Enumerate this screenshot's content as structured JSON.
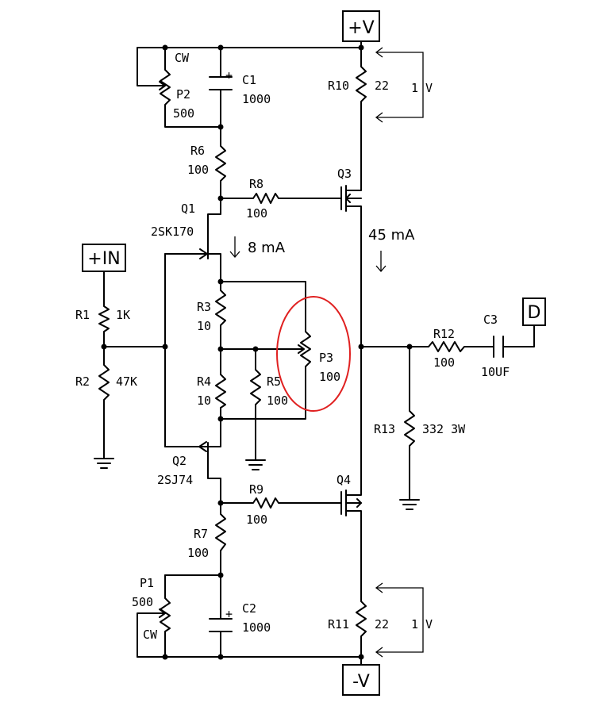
{
  "rails": {
    "pos": "+V",
    "neg": "-V",
    "input": "+IN",
    "output": "D"
  },
  "components": {
    "R1": {
      "name": "R1",
      "value": "1K"
    },
    "R2": {
      "name": "R2",
      "value": "47K"
    },
    "R3": {
      "name": "R3",
      "value": "10"
    },
    "R4": {
      "name": "R4",
      "value": "10"
    },
    "R5": {
      "name": "R5",
      "value": "100"
    },
    "R6": {
      "name": "R6",
      "value": "100"
    },
    "R7": {
      "name": "R7",
      "value": "100"
    },
    "R8": {
      "name": "R8",
      "value": "100"
    },
    "R9": {
      "name": "R9",
      "value": "100"
    },
    "R10": {
      "name": "R10",
      "value": "22"
    },
    "R11": {
      "name": "R11",
      "value": "22"
    },
    "R12": {
      "name": "R12",
      "value": "100"
    },
    "R13": {
      "name": "R13",
      "value": "332 3W"
    },
    "C1": {
      "name": "C1",
      "value": "1000"
    },
    "C2": {
      "name": "C2",
      "value": "1000"
    },
    "C3": {
      "name": "C3",
      "value": "10UF"
    },
    "P1": {
      "name": "P1",
      "value": "500",
      "cw": "CW"
    },
    "P2": {
      "name": "P2",
      "value": "500",
      "cw": "CW"
    },
    "P3": {
      "name": "P3",
      "value": "100"
    },
    "Q1": {
      "name": "Q1",
      "part": "2SK170"
    },
    "Q2": {
      "name": "Q2",
      "part": "2SJ74"
    },
    "Q3": {
      "name": "Q3"
    },
    "Q4": {
      "name": "Q4"
    }
  },
  "annotations": {
    "i_q1": "8 mA",
    "i_out": "45 mA",
    "v_r10": "1 V",
    "v_r11": "1 V",
    "cap_plus": "+"
  },
  "colors": {
    "highlight": "#e02020",
    "wire": "#000000"
  }
}
